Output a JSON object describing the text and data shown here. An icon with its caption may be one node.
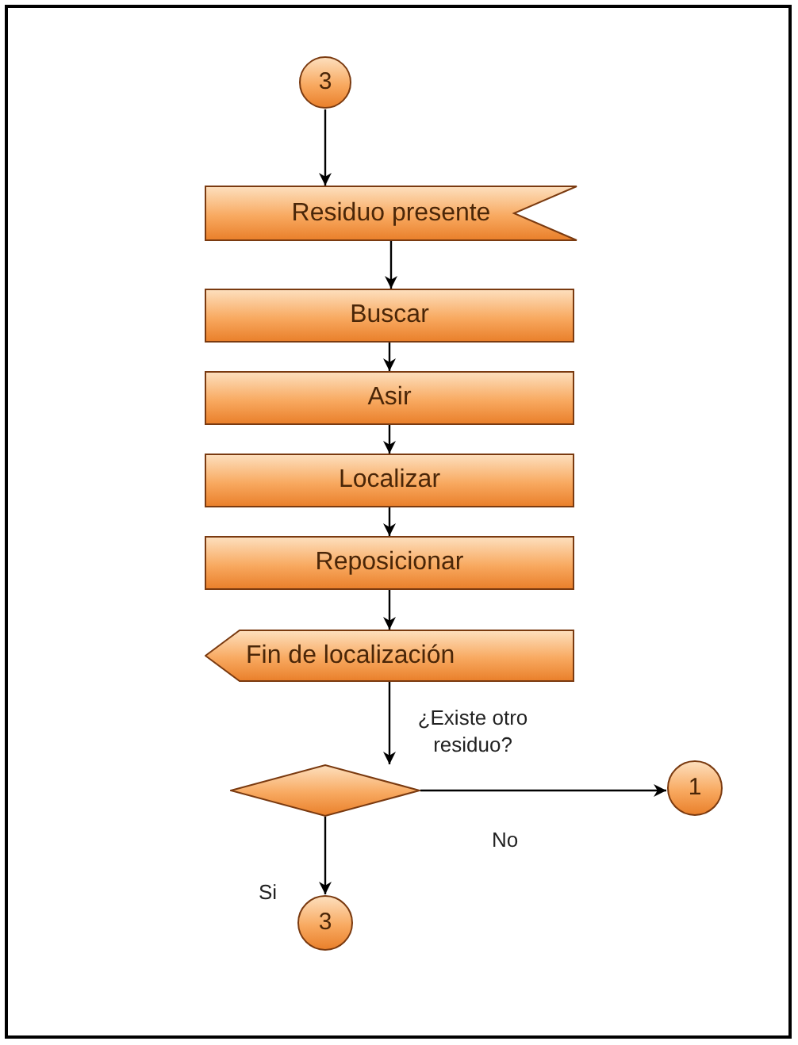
{
  "diagram": {
    "nodes": [
      {
        "text": [
          "3"
        ]
      },
      {
        "text": [
          "Residuo presente"
        ]
      },
      {
        "text": [
          "Buscar"
        ]
      },
      {
        "text": [
          "Asir"
        ]
      },
      {
        "text": [
          "Localizar"
        ]
      },
      {
        "text": [
          "Reposicionar"
        ]
      },
      {
        "text": [
          "Fin de localización"
        ]
      },
      {
        "text": [],
        "shape": "diamond",
        "beside": [
          "¿Existe otro residuo?"
        ]
      },
      {
        "text": [
          "1"
        ]
      },
      {
        "text": [
          "3"
        ]
      }
    ],
    "edges": [
      {
        "from": 0,
        "to": 1,
        "arrow": "to"
      },
      {
        "from": 1,
        "to": 2,
        "arrow": "to"
      },
      {
        "from": 2,
        "to": 3,
        "arrow": "to"
      },
      {
        "from": 3,
        "to": 4,
        "arrow": "to"
      },
      {
        "from": 4,
        "to": 5,
        "arrow": "to"
      },
      {
        "from": 5,
        "to": 6,
        "arrow": "to"
      },
      {
        "from": 6,
        "to": 7,
        "arrow": "to"
      },
      {
        "from": 7,
        "to": 8,
        "arrow": "to",
        "label": "No"
      },
      {
        "from": 7,
        "to": 9,
        "arrow": "to",
        "label": "Si"
      }
    ]
  }
}
